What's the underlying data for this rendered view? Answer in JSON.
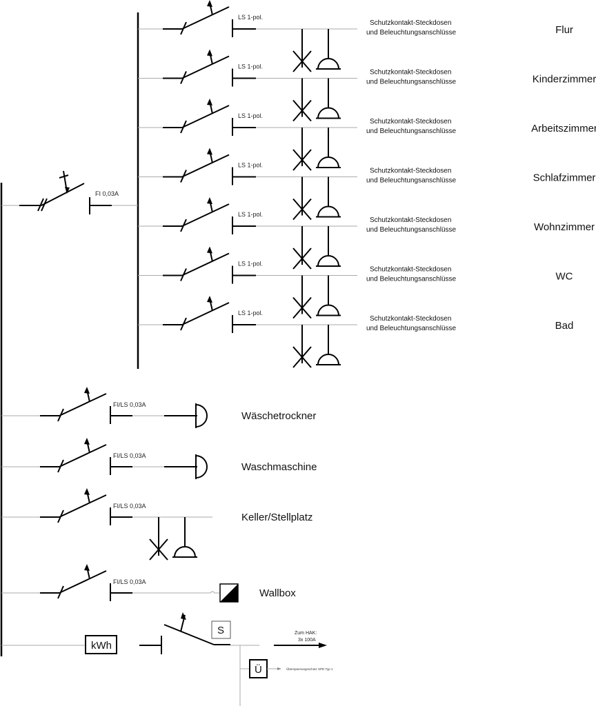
{
  "main_breaker": {
    "label": "FI 0,03A"
  },
  "room_circuits": {
    "breaker_label": "LS 1-pol.",
    "description_line1": "Schutzkontakt-Steckdosen",
    "description_line2": "und Beleuchtungsanschlüsse",
    "rooms": [
      "Flur",
      "Kinderzimmer",
      "Arbeitszimmer",
      "Schlafzimmer",
      "Wohnzimmer",
      "WC",
      "Bad"
    ]
  },
  "appliance_circuits": [
    {
      "breaker_label": "FI/LS 0,03A",
      "name": "Wäschetrockner",
      "load": "socket"
    },
    {
      "breaker_label": "FI/LS 0,03A",
      "name": "Waschmaschine",
      "load": "socket"
    },
    {
      "breaker_label": "FI/LS 0,03A",
      "name": "Keller/Stellplatz",
      "load": "lamp-socket"
    },
    {
      "breaker_label": "FI/LS 0,03A",
      "name": "Wallbox",
      "load": "wallbox"
    }
  ],
  "supply": {
    "meter_label": "kWh",
    "switch_label": "S",
    "spd_label": "Ü",
    "spd_text": "Überspannungsschutz SPD Typ 1",
    "hak_line1": "Zum HAK:",
    "hak_line2": "3x 100A"
  }
}
